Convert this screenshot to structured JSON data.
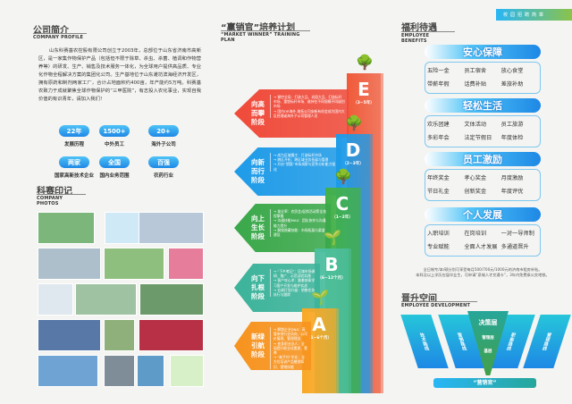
{
  "profile": {
    "title_cn": "公司简介",
    "title_en": "COMPANY PROFILE",
    "text": "山东科赛基农控股有限公司创立于2003年，总部位于山东省济南市高新区，是一家集作物保护产品（包括但不限于除草、杀虫、杀菌、植调和作物营养等）的研发、生产、销售及技术服务一体化，为全球用户提供高品质、专业化作物全程解决方案的集团化公司。生产基地位于山东潍坊滨海经济开发区，拥有原药和制剂两家工厂，合计占地面积约400亩，年产能约5万吨。科赛基农致力于成就聚焦全球作物保护的“三甲医院”，有志投入农化事业，实现自我价值的有识青年，请加入我们！",
    "stats": [
      {
        "value": "22年",
        "label": "发展历程"
      },
      {
        "value": "1500+",
        "label": "中外员工"
      },
      {
        "value": "20+",
        "label": "海外子公司"
      },
      {
        "value": "两家",
        "label": "国家高新技术企业"
      },
      {
        "value": "全国",
        "label": "国内业务范围"
      },
      {
        "value": "百强",
        "label": "农药行业"
      }
    ]
  },
  "photos": {
    "title_cn": "科赛印记",
    "title_en": "COMPANY PHOTOS"
  },
  "plan": {
    "title_cn": "“赢销官”培养计划",
    "title_en": "“MARKET WINNER” TRAINING PLAN",
    "stages": [
      {
        "letter": "E",
        "period": "（3~5年）",
        "name": "向高而攀阶段",
        "color": "#f04a3a",
        "items": [
          "→ 掌控全局：打造大品、巩固大品、打造标杆市场、重塑标杆市场、维持在不同规模不同级别市场",
          "→ 国内OR海外-推拓公司安新有机会成为国内大区经理或海外子公司管理人员"
        ]
      },
      {
        "letter": "D",
        "period": "（2~3年）",
        "name": "向新而行阶段",
        "color": "#1e9be8",
        "items": [
          "→ 成为区域霸主：打造标杆市场",
          "→ 跨区开拓：跨区域业务拓展与管理",
          "→ 开启“猎狐”市场洞察与竞争分析能力强化"
        ]
      },
      {
        "letter": "C",
        "period": "（1~2年）",
        "name": "向上生长阶段",
        "color": "#3aa84a",
        "items": [
          "→ 拔尖率：农民会/促销活动等全流程掌握",
          "→ 沟通技能MAX：团队协作与沟通能力提升",
          "→ 解锁隐藏技能：市场拓展与渠道建设"
        ]
      },
      {
        "letter": "B",
        "period": "（6~12个月）",
        "name": "向下扎根阶段",
        "color": "#3bb39a",
        "items": [
          "→ “下乡笔记”：区域市场调研、推广、示范试验实践",
          "→ 客户攻心术：跟着前辈学习客户开发与维护实战",
          "→ 业绩打怪升级：销售任务执行与跟踪"
        ]
      },
      {
        "letter": "A",
        "period": "（1~6个月）",
        "name": "新绿引航阶段",
        "color": "#f7931e",
        "items": [
          "→ 解锁企业DNA：高管亲授行业风向、公司价值观、管理理念",
          "→ 变身职业达人：全面提升职业化素质、素养",
          "→ “新手村”毕业：全方位培训产品植保知识、营销技能"
        ]
      }
    ]
  },
  "benefits": {
    "tag": "校园招聘简章",
    "title_cn": "福利待遇",
    "title_en": "EMPLOYEE BENEFITS",
    "groups": [
      {
        "title": "安心保障",
        "items": [
          "五险一金",
          "员工宿舍",
          "放心食堂",
          "带薪年假",
          "话费补贴",
          "差旅补助"
        ]
      },
      {
        "title": "轻松生活",
        "items": [
          "欢乐团建",
          "文体活动",
          "员工旅游",
          "多彩年会",
          "法定节假日",
          "年度体检"
        ]
      },
      {
        "title": "员工激励",
        "items": [
          "年终奖金",
          "孝心奖金",
          "月度激励",
          "节日礼金",
          "创新奖金",
          "年度评优"
        ]
      },
      {
        "title": "个人发展",
        "items": [
          "入职培训",
          "在岗培训",
          "一对一导师制",
          "专业赋能",
          "全面人才发展",
          "多通道晋升"
        ]
      }
    ],
    "note": [
      "全日制专/本/硕分别可享受每月500/700元/1000元的济南市租房补贴。",
      "本科及以上学历应届毕业生，可申请“泉城人才交通卡”，3年内免费乘公交地铁。"
    ]
  },
  "development": {
    "title_cn": "晋升空间",
    "title_en": "EMPLOYEE DEVELOPMENT",
    "tracks": [
      "技术路线",
      "营销路线",
      "职能路线",
      "管理路线"
    ],
    "levels": [
      "决策层",
      "管理层",
      "基层"
    ],
    "base": "“营销官”"
  }
}
